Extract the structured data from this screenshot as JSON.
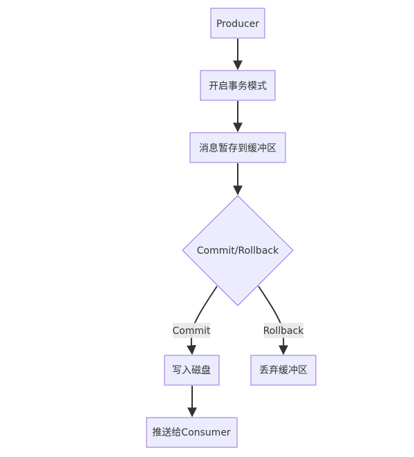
{
  "diagram": {
    "type": "flowchart",
    "colors": {
      "node_fill": "#ECECFF",
      "node_stroke": "#9370DB",
      "edge": "#333333",
      "text": "#333333",
      "label_bg": "#e8e8e8"
    },
    "nodes": {
      "producer": "Producer",
      "begin_tx": "开启事务模式",
      "buffer": "消息暂存到缓冲区",
      "decision": "Commit/Rollback",
      "write_disk": "写入磁盘",
      "discard": "丢弃缓冲区",
      "push": "推送给Consumer"
    },
    "edges": {
      "commit": "Commit",
      "rollback": "Rollback"
    }
  }
}
